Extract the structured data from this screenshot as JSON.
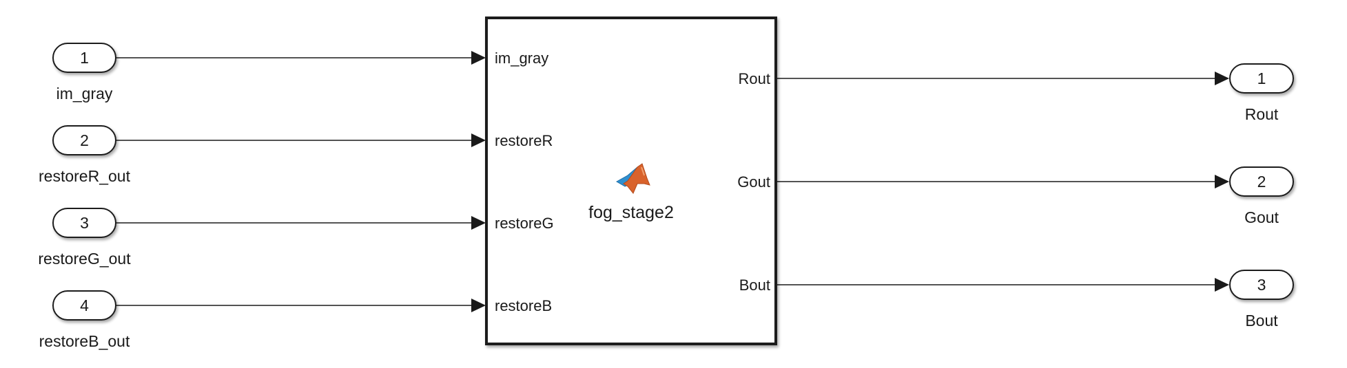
{
  "diagram": {
    "type": "simulink-subsystem",
    "block": {
      "name": "fog_stage2",
      "icon": "matlab-function-icon",
      "inputs": [
        {
          "index": 1,
          "label": "im_gray"
        },
        {
          "index": 2,
          "label": "restoreR"
        },
        {
          "index": 3,
          "label": "restoreG"
        },
        {
          "index": 4,
          "label": "restoreB"
        }
      ],
      "outputs": [
        {
          "index": 1,
          "label": "Rout"
        },
        {
          "index": 2,
          "label": "Gout"
        },
        {
          "index": 3,
          "label": "Bout"
        }
      ]
    },
    "inports": [
      {
        "number": "1",
        "name": "im_gray",
        "connects_to": "im_gray"
      },
      {
        "number": "2",
        "name": "restoreR_out",
        "connects_to": "restoreR"
      },
      {
        "number": "3",
        "name": "restoreG_out",
        "connects_to": "restoreG"
      },
      {
        "number": "4",
        "name": "restoreB_out",
        "connects_to": "restoreB"
      }
    ],
    "outports": [
      {
        "number": "1",
        "name": "Rout",
        "connects_from": "Rout"
      },
      {
        "number": "2",
        "name": "Gout",
        "connects_from": "Gout"
      },
      {
        "number": "3",
        "name": "Bout",
        "connects_from": "Bout"
      }
    ],
    "colors": {
      "stroke": "#1a1a1a",
      "background": "#ffffff",
      "matlab_orange": "#d9622b",
      "matlab_blue": "#2f8fcf"
    }
  }
}
